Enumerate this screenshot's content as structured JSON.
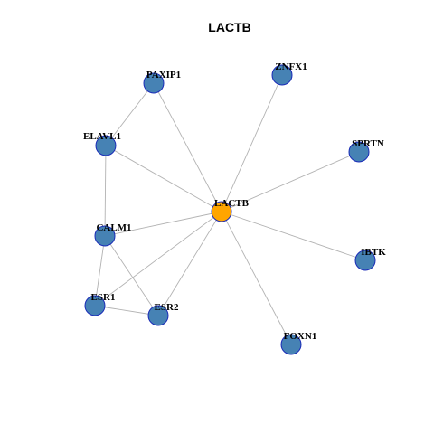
{
  "title": "LACTB",
  "colors": {
    "center_node": "#ffa500",
    "other_node": "#4682b4",
    "node_border": "#1a2bb8",
    "edge": "#b3b3b3"
  },
  "nodes": [
    {
      "id": "LACTB",
      "label": "LACTB",
      "center": true
    },
    {
      "id": "PAXIP1",
      "label": "PAXIP1"
    },
    {
      "id": "ZNFX1",
      "label": "ZNFX1"
    },
    {
      "id": "ELAVL1",
      "label": "ELAVL1"
    },
    {
      "id": "SPRTN",
      "label": "SPRTN"
    },
    {
      "id": "CALM1",
      "label": "CALM1"
    },
    {
      "id": "IBTK",
      "label": "IBTK"
    },
    {
      "id": "ESR1",
      "label": "ESR1"
    },
    {
      "id": "ESR2",
      "label": "ESR2"
    },
    {
      "id": "FOXN1",
      "label": "FOXN1"
    }
  ],
  "edges": [
    [
      "LACTB",
      "PAXIP1"
    ],
    [
      "LACTB",
      "ZNFX1"
    ],
    [
      "LACTB",
      "ELAVL1"
    ],
    [
      "LACTB",
      "SPRTN"
    ],
    [
      "LACTB",
      "CALM1"
    ],
    [
      "LACTB",
      "IBTK"
    ],
    [
      "LACTB",
      "ESR1"
    ],
    [
      "LACTB",
      "ESR2"
    ],
    [
      "LACTB",
      "FOXN1"
    ],
    [
      "PAXIP1",
      "ELAVL1"
    ],
    [
      "ELAVL1",
      "CALM1"
    ],
    [
      "CALM1",
      "ESR1"
    ],
    [
      "CALM1",
      "ESR2"
    ],
    [
      "ESR1",
      "ESR2"
    ]
  ]
}
